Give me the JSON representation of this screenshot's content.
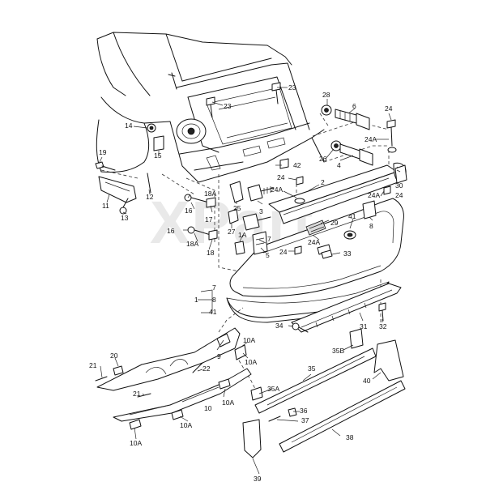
{
  "watermark": "XPart",
  "callouts": [
    {
      "id": "c-23a",
      "text": "23"
    },
    {
      "id": "c-23b",
      "text": "23"
    },
    {
      "id": "c-28",
      "text": "28"
    },
    {
      "id": "c-6",
      "text": "6"
    },
    {
      "id": "c-24a",
      "text": "24"
    },
    {
      "id": "c-14",
      "text": "14"
    },
    {
      "id": "c-15",
      "text": "15"
    },
    {
      "id": "c-26",
      "text": "26"
    },
    {
      "id": "c-4",
      "text": "4"
    },
    {
      "id": "c-24A-a",
      "text": "24A"
    },
    {
      "id": "c-19",
      "text": "19"
    },
    {
      "id": "c-42",
      "text": "42"
    },
    {
      "id": "c-30",
      "text": "30"
    },
    {
      "id": "c-24b",
      "text": "24"
    },
    {
      "id": "c-2",
      "text": "2"
    },
    {
      "id": "c-24A-b",
      "text": "24A"
    },
    {
      "id": "c-24A-c",
      "text": "24A"
    },
    {
      "id": "c-24c",
      "text": "24"
    },
    {
      "id": "c-18A-a",
      "text": "18A"
    },
    {
      "id": "c-11",
      "text": "11"
    },
    {
      "id": "c-12",
      "text": "12"
    },
    {
      "id": "c-25",
      "text": "25"
    },
    {
      "id": "c-13",
      "text": "13"
    },
    {
      "id": "c-16a",
      "text": "16"
    },
    {
      "id": "c-17",
      "text": "17"
    },
    {
      "id": "c-3",
      "text": "3"
    },
    {
      "id": "c-29",
      "text": "29"
    },
    {
      "id": "c-41",
      "text": "41"
    },
    {
      "id": "c-8a",
      "text": "8"
    },
    {
      "id": "c-27",
      "text": "27"
    },
    {
      "id": "c-16b",
      "text": "16"
    },
    {
      "id": "c-24A-d",
      "text": "24A"
    },
    {
      "id": "c-1A",
      "text": "1A"
    },
    {
      "id": "c-18A-b",
      "text": "18A"
    },
    {
      "id": "c-7a",
      "text": "7"
    },
    {
      "id": "c-5",
      "text": "5"
    },
    {
      "id": "c-24d",
      "text": "24"
    },
    {
      "id": "c-33",
      "text": "33"
    },
    {
      "id": "c-18",
      "text": "18"
    },
    {
      "id": "c-1",
      "text": "1"
    },
    {
      "id": "c-7b",
      "text": "7"
    },
    {
      "id": "c-8b",
      "text": "8"
    },
    {
      "id": "c-41b",
      "text": "41"
    },
    {
      "id": "c-34",
      "text": "34"
    },
    {
      "id": "c-31",
      "text": "31"
    },
    {
      "id": "c-32",
      "text": "32"
    },
    {
      "id": "c-10A-a",
      "text": "10A"
    },
    {
      "id": "c-9",
      "text": "9"
    },
    {
      "id": "c-10A-b",
      "text": "10A"
    },
    {
      "id": "c-35B",
      "text": "35B"
    },
    {
      "id": "c-20",
      "text": "20"
    },
    {
      "id": "c-21a",
      "text": "21"
    },
    {
      "id": "c-22",
      "text": "22"
    },
    {
      "id": "c-35",
      "text": "35"
    },
    {
      "id": "c-40",
      "text": "40"
    },
    {
      "id": "c-21b",
      "text": "21"
    },
    {
      "id": "c-35A",
      "text": "35A"
    },
    {
      "id": "c-10A-c",
      "text": "10A"
    },
    {
      "id": "c-10",
      "text": "10"
    },
    {
      "id": "c-36",
      "text": "36"
    },
    {
      "id": "c-37",
      "text": "37"
    },
    {
      "id": "c-10A-d",
      "text": "10A"
    },
    {
      "id": "c-10A-e",
      "text": "10A"
    },
    {
      "id": "c-38",
      "text": "38"
    },
    {
      "id": "c-39",
      "text": "39"
    }
  ]
}
